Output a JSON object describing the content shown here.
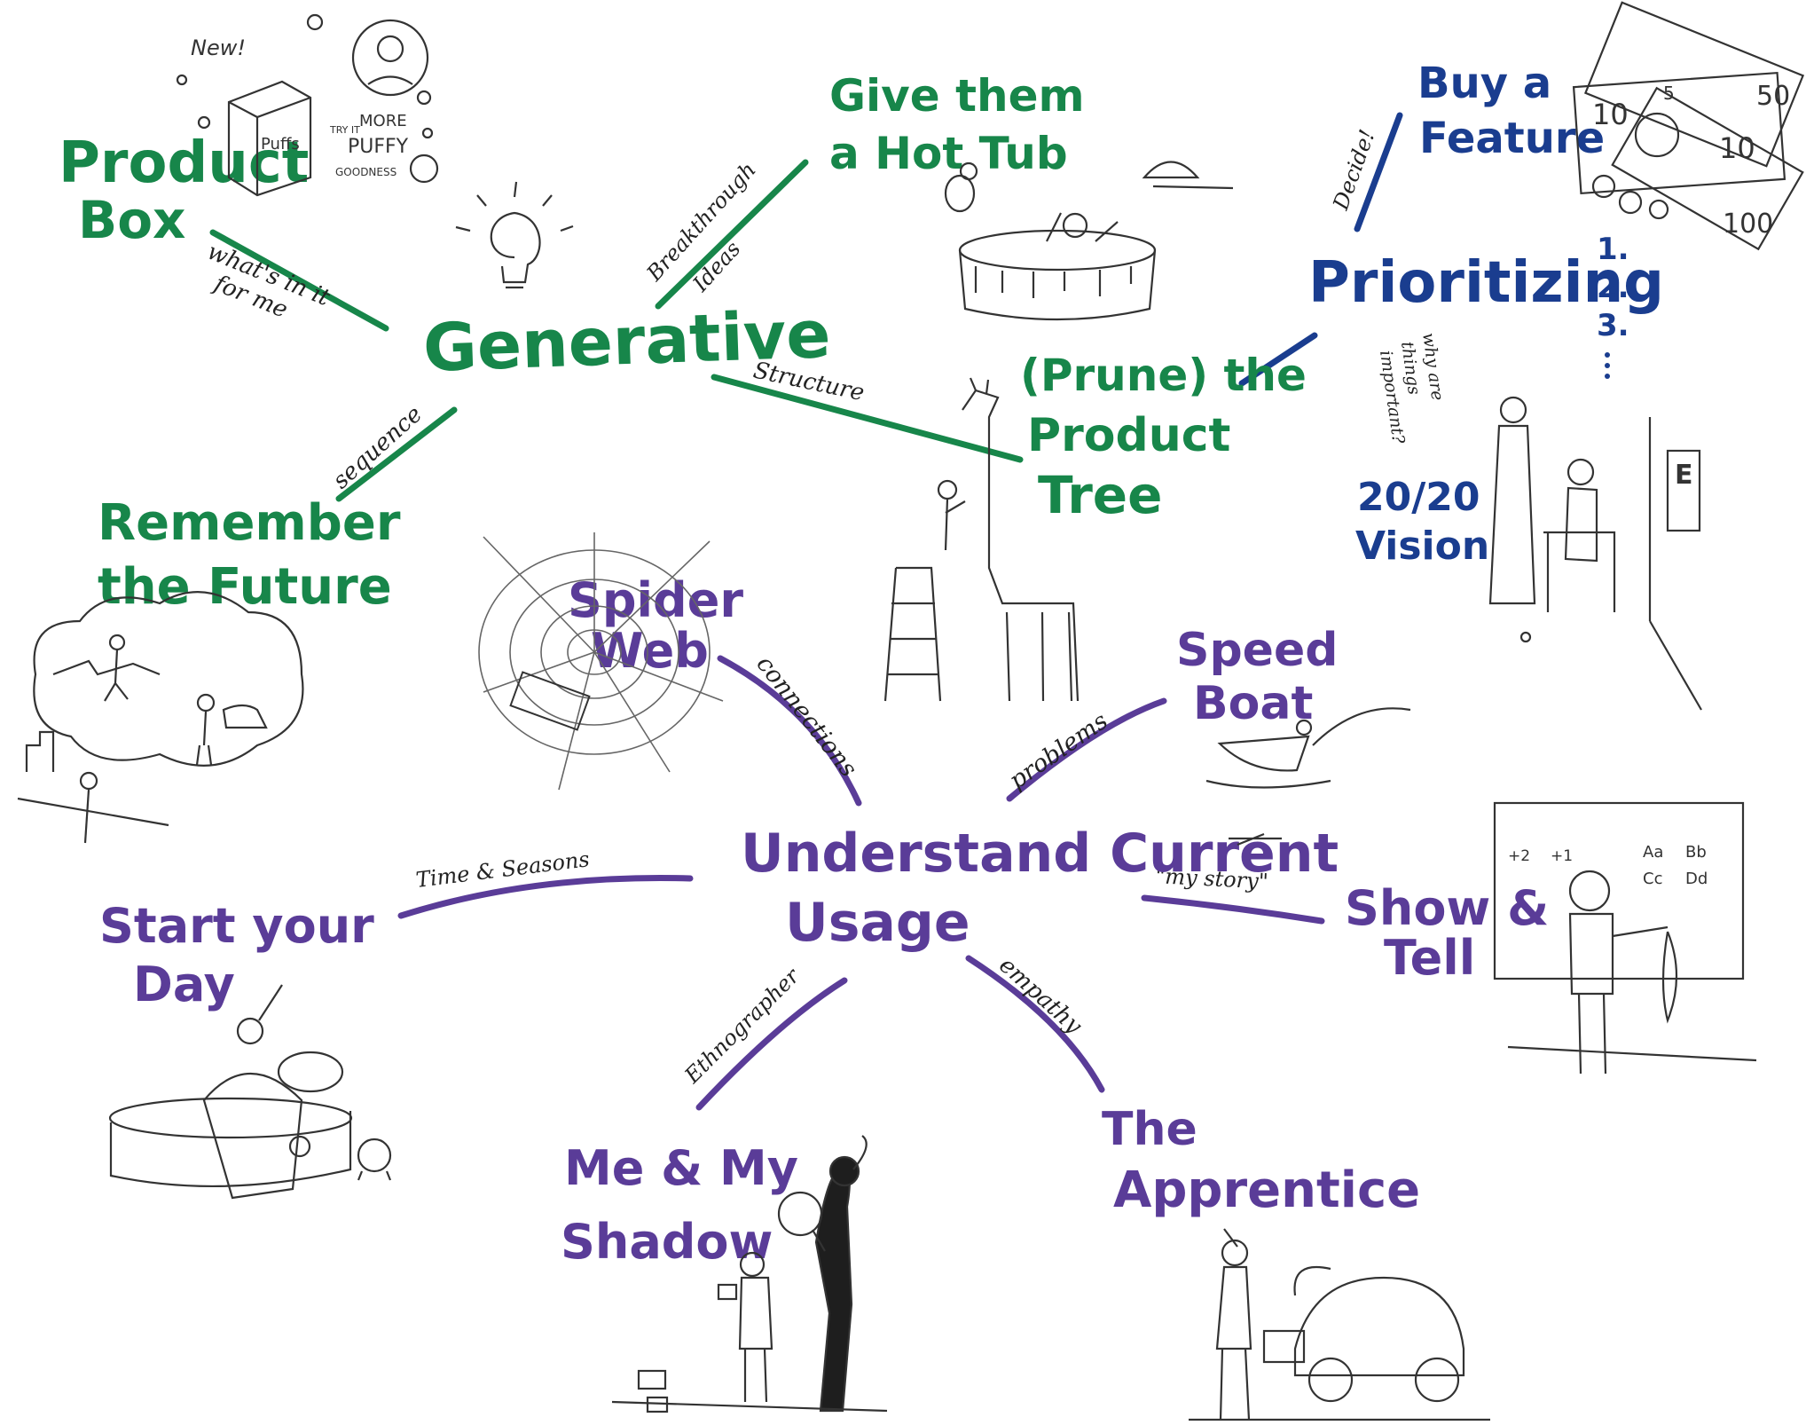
{
  "colors": {
    "green": "#17864a",
    "blue": "#1a3d8f",
    "purple": "#5a3c98",
    "ink": "#333333",
    "background": "#ffffff"
  },
  "nodes": {
    "generative": "Generative",
    "product_box_1": "Product",
    "product_box_2": "Box",
    "hot_tub_1": "Give them",
    "hot_tub_2": "a Hot Tub",
    "remember_1": "Remember",
    "remember_2": "the Future",
    "prune_1": "(Prune) the",
    "prune_2": "Product",
    "prune_3": "Tree",
    "prioritizing": "Prioritizing",
    "buy_1": "Buy a",
    "buy_2": "Feature",
    "vision": "20/20",
    "vision_2": "Vision",
    "understand_1": "Understand Current",
    "understand_2": "Usage",
    "spider_1": "Spider",
    "spider_2": "Web",
    "speed_1": "Speed",
    "speed_2": "Boat",
    "start_1": "Start your",
    "start_2": "Day",
    "show_1": "Show &",
    "show_2": "Tell",
    "shadow_1": "Me & My",
    "shadow_2": "Shadow",
    "apprentice_1": "The",
    "apprentice_2": "Apprentice"
  },
  "edge_labels": {
    "whats_in_1": "what's in it",
    "whats_in_2": "for me",
    "breakthrough_1": "Breakthrough",
    "breakthrough_2": "Ideas",
    "sequence": "sequence",
    "structure": "Structure",
    "decide": "Decide!",
    "why_are_1": "why are",
    "why_are_2": "things",
    "why_are_3": "important?",
    "connections": "connections",
    "problems": "problems",
    "time_seasons": "Time & Seasons",
    "my_story": "\"my story\"",
    "ethnographer": "Ethnographer",
    "empathy": "empathy"
  },
  "list_marks": [
    "1.",
    "2.",
    "3."
  ],
  "product_box_art": {
    "new": "New!",
    "brand": "Puffs",
    "more_1": "MORE",
    "more_2": "PUFFY",
    "more_3": "GOODNESS",
    "burst": "TRY IT"
  },
  "money_art": {
    "bill_10": "10",
    "bill_50": "50",
    "bill_100": "100",
    "bill_5": "5"
  },
  "chalkboard_art": {
    "math_1": "+2",
    "math_2": "+1",
    "aa": "Aa",
    "bb": "Bb",
    "cc": "Cc",
    "dd": "Dd"
  },
  "eye_chart": "E"
}
